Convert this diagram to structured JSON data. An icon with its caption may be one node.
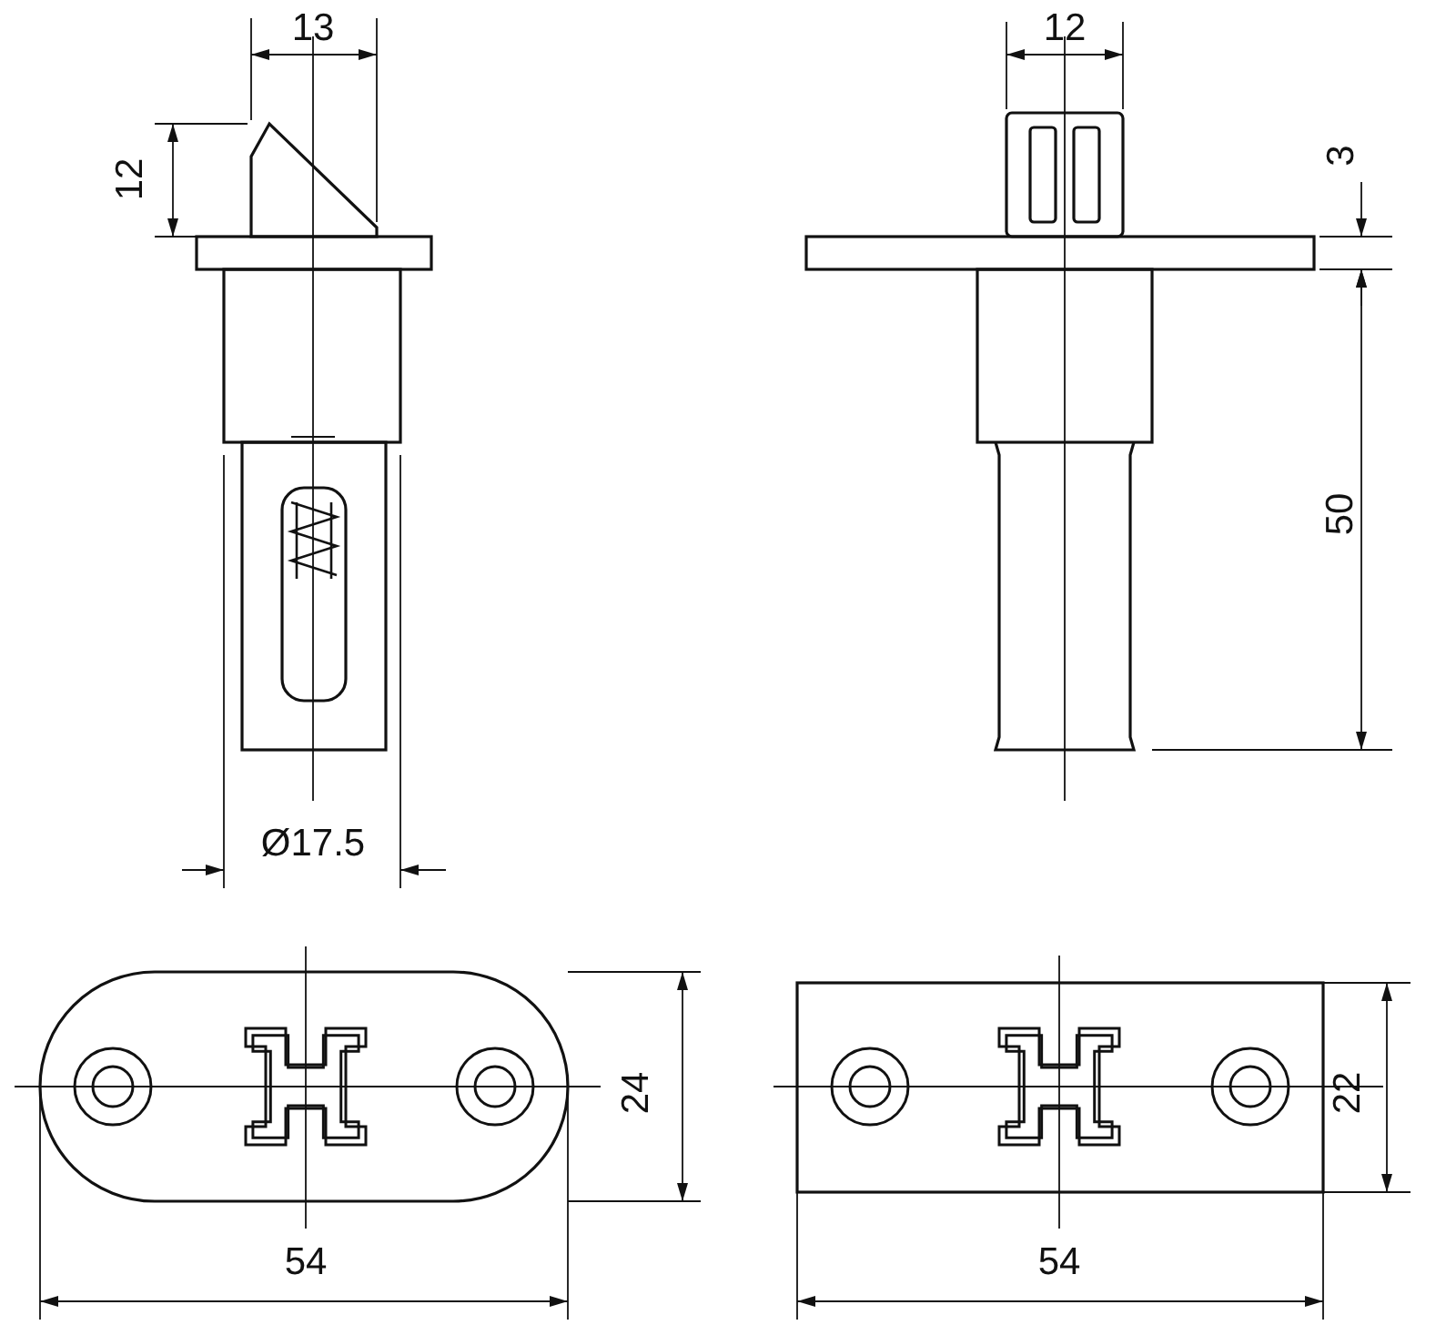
{
  "diagram": {
    "labels": [
      "13",
      "12",
      "3",
      "12",
      "50",
      "Ø17.5",
      "24",
      "22",
      "54",
      "54"
    ]
  }
}
